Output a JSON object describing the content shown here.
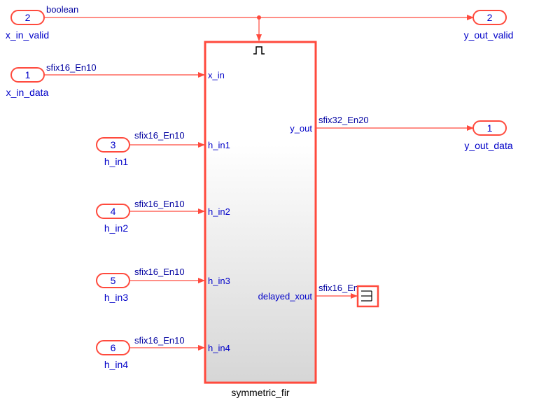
{
  "colors": {
    "accent": "#ff4a3d",
    "text_blue": "#0000c8",
    "signal_blue": "#0000a0",
    "block_fill_top": "#ffffff",
    "block_fill_bottom": "#d9d9d9"
  },
  "inports": [
    {
      "number": "2",
      "name": "x_in_valid"
    },
    {
      "number": "1",
      "name": "x_in_data"
    },
    {
      "number": "3",
      "name": "h_in1"
    },
    {
      "number": "4",
      "name": "h_in2"
    },
    {
      "number": "5",
      "name": "h_in3"
    },
    {
      "number": "6",
      "name": "h_in4"
    }
  ],
  "outports": [
    {
      "number": "2",
      "name": "y_out_valid"
    },
    {
      "number": "1",
      "name": "y_out_data"
    }
  ],
  "signals": {
    "valid": "boolean",
    "x_in": "sfix16_En10",
    "h_in1": "sfix16_En10",
    "h_in2": "sfix16_En10",
    "h_in3": "sfix16_En10",
    "h_in4": "sfix16_En10",
    "y_out": "sfix32_En20",
    "delayed_xout": "sfix16_En"
  },
  "subsystem": {
    "name": "symmetric_fir",
    "enable_icon": "trigger-pulse-icon",
    "input_ports": [
      "x_in",
      "h_in1",
      "h_in2",
      "h_in3",
      "h_in4"
    ],
    "output_ports": [
      "y_out",
      "delayed_xout"
    ]
  },
  "terminator": {
    "icon": "terminator-icon"
  }
}
